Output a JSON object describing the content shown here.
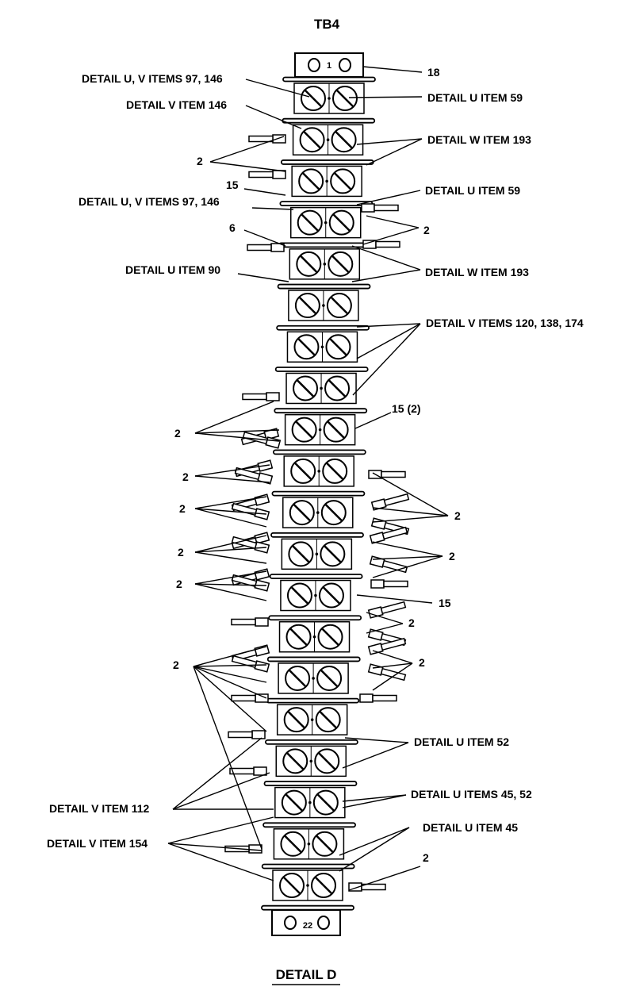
{
  "title": "TB4",
  "caption": "DETAIL D",
  "terminal_block": {
    "top_number": "1",
    "bottom_number": "22",
    "pair_count": 20
  },
  "callouts": {
    "c18": "18",
    "du_v_97_146_a": "DETAIL U, V ITEMS 97, 146",
    "dv_146": "DETAIL V ITEM 146",
    "du_59_a": "DETAIL U ITEM 59",
    "dw_193_a": "DETAIL W ITEM 193",
    "c2_a": "2",
    "c15_a": "15",
    "du_59_b": "DETAIL U ITEM 59",
    "du_v_97_146_b": "DETAIL U, V ITEMS 97, 146",
    "c6": "6",
    "c2_b": "2",
    "du_90": "DETAIL U ITEM 90",
    "dw_193_b": "DETAIL W ITEM 193",
    "dv_120_138_174": "DETAIL V ITEMS 120, 138, 174",
    "c15_2": "15 (2)",
    "c2_c": "2",
    "c2_d": "2",
    "c2_e": "2",
    "c2_f": "2",
    "c2_g": "2",
    "c2_h": "2",
    "c2_i": "2",
    "c15_b": "15",
    "c2_j": "2",
    "c2_k": "2",
    "c2_l": "2",
    "du_52": "DETAIL U ITEM 52",
    "dv_112": "DETAIL V ITEM 112",
    "du_45_52": "DETAIL U ITEMS 45, 52",
    "du_45": "DETAIL U ITEM 45",
    "dv_154": "DETAIL V ITEM 154",
    "c2_m": "2"
  }
}
